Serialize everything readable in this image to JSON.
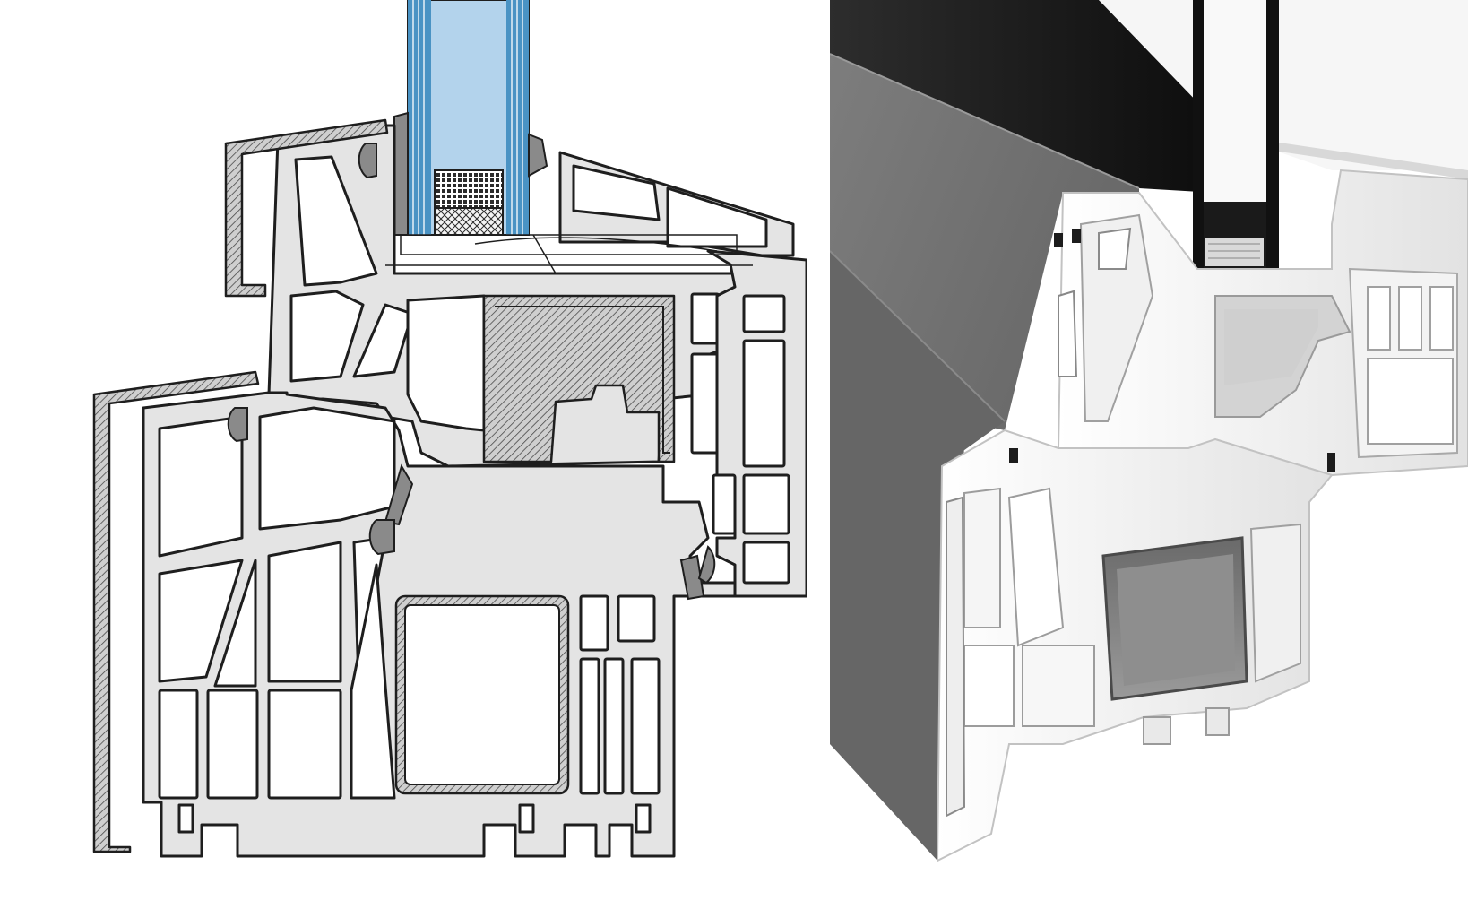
{
  "figure": {
    "panels": [
      {
        "id": "cross-section-drawing",
        "kind": "technical line drawing"
      },
      {
        "id": "profile-3d-render",
        "kind": "3d cutaway render"
      }
    ]
  },
  "colors": {
    "background": "#ffffff",
    "profile_fill": "#e4e4e4",
    "outline": "#1e1e1e",
    "glass": "#b3d3ec",
    "glass_edge": "#3f88b8",
    "gasket": "#8a8a8a",
    "foil": "#6b6b6b",
    "render_white": "#f2f2f2",
    "render_shadow": "#bdbdbd"
  }
}
